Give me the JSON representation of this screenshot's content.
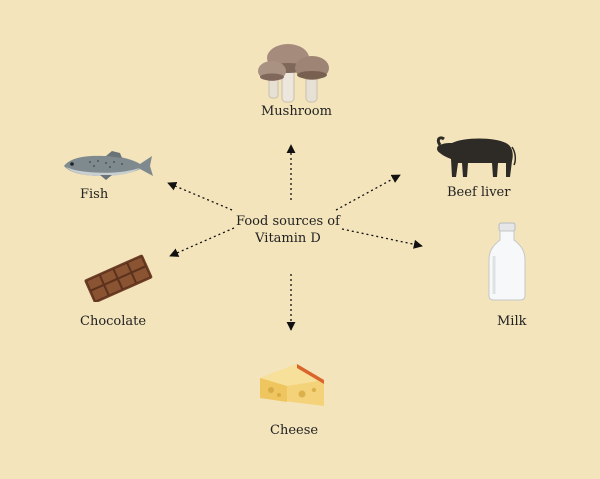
{
  "center": {
    "line1": "Food sources of",
    "line2": "Vitamin D"
  },
  "items": [
    {
      "key": "mushroom",
      "label": "Mushroom",
      "icon": "mushroom-icon"
    },
    {
      "key": "beef",
      "label": "Beef liver",
      "icon": "buffalo-icon"
    },
    {
      "key": "milk",
      "label": "Milk",
      "icon": "milk-bottle-icon"
    },
    {
      "key": "cheese",
      "label": "Cheese",
      "icon": "cheese-icon"
    },
    {
      "key": "chocolate",
      "label": "Chocolate",
      "icon": "chocolate-bar-icon"
    },
    {
      "key": "fish",
      "label": "Fish",
      "icon": "fish-icon"
    }
  ],
  "colors": {
    "background": "#f3e4bc",
    "arrow": "#111111"
  }
}
